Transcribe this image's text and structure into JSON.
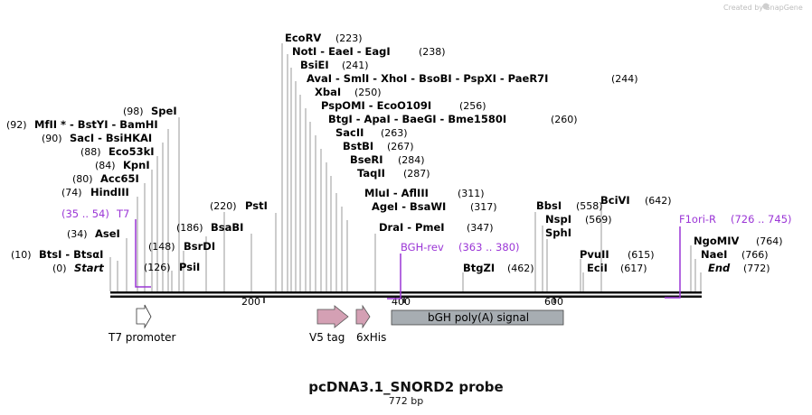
{
  "credit": "Created by SnapGene",
  "title": "pcDNA3.1_SNORD2 probe",
  "length_label": "772 bp",
  "ruler_ticks": [
    "200",
    "400",
    "600"
  ],
  "features": [
    {
      "name": "T7 promoter",
      "type": "promoter",
      "color": "#ffffff"
    },
    {
      "name": "V5 tag",
      "type": "tag",
      "color": "#d4a0b4"
    },
    {
      "name": "6xHis",
      "type": "tag",
      "color": "#d4a0b4"
    },
    {
      "name": "bGH poly(A) signal",
      "type": "polyA",
      "color": "#a7adb2"
    }
  ],
  "primers": [
    {
      "name": "T7",
      "range": "(35 .. 54)",
      "color": "#9b36d6"
    },
    {
      "name": "BGH-rev",
      "range": "(363 .. 380)",
      "color": "#9b36d6"
    },
    {
      "name": "F1ori-R",
      "range": "(726 .. 745)",
      "color": "#9b36d6"
    }
  ],
  "sites": [
    {
      "pos": "(0)",
      "name": "Start"
    },
    {
      "pos": "(10)",
      "name": "BtsI - BtsαI"
    },
    {
      "pos": "(34)",
      "name": "AseI"
    },
    {
      "pos": "(74)",
      "name": "HindIII"
    },
    {
      "pos": "(80)",
      "name": "Acc65I"
    },
    {
      "pos": "(84)",
      "name": "KpnI"
    },
    {
      "pos": "(88)",
      "name": "Eco53kI"
    },
    {
      "pos": "(90)",
      "name": "SacI - BsiHKAI"
    },
    {
      "pos": "(92)",
      "name": "MfII * - BstYI - BamHI"
    },
    {
      "pos": "(98)",
      "name": "SpeI"
    },
    {
      "pos": "(126)",
      "name": "PsiI"
    },
    {
      "pos": "(148)",
      "name": "BsrDI"
    },
    {
      "pos": "(186)",
      "name": "BsaBI"
    },
    {
      "pos": "(220)",
      "name": "PstI"
    },
    {
      "pos": "(223)",
      "name": "EcoRV"
    },
    {
      "pos": "(238)",
      "name": "NotI - EaeI - EagI"
    },
    {
      "pos": "(241)",
      "name": "BsiEI"
    },
    {
      "pos": "(244)",
      "name": "AvaI - SmlI - XhoI - BsoBI - PspXI - PaeR7I"
    },
    {
      "pos": "(250)",
      "name": "XbaI"
    },
    {
      "pos": "(256)",
      "name": "PspOMI - EcoO109I"
    },
    {
      "pos": "(260)",
      "name": "BtgI - ApaI - BaeGI - Bme1580I"
    },
    {
      "pos": "(263)",
      "name": "SacII"
    },
    {
      "pos": "(267)",
      "name": "BstBI"
    },
    {
      "pos": "(284)",
      "name": "BseRI"
    },
    {
      "pos": "(287)",
      "name": "TaqII"
    },
    {
      "pos": "(311)",
      "name": "MluI - AflIII"
    },
    {
      "pos": "(317)",
      "name": "AgeI - BsaWI"
    },
    {
      "pos": "(347)",
      "name": "DraI - PmeI"
    },
    {
      "pos": "(462)",
      "name": "BtgZI"
    },
    {
      "pos": "(558)",
      "name": "BbsI"
    },
    {
      "pos": "(569)",
      "name": "NspI"
    },
    {
      "pos": "",
      "name": "SphI"
    },
    {
      "pos": "(615)",
      "name": "PvuII"
    },
    {
      "pos": "(617)",
      "name": "EciI"
    },
    {
      "pos": "(642)",
      "name": "BciVI"
    },
    {
      "pos": "(764)",
      "name": "NgoMIV"
    },
    {
      "pos": "(766)",
      "name": "NaeI"
    },
    {
      "pos": "(772)",
      "name": "End"
    }
  ]
}
